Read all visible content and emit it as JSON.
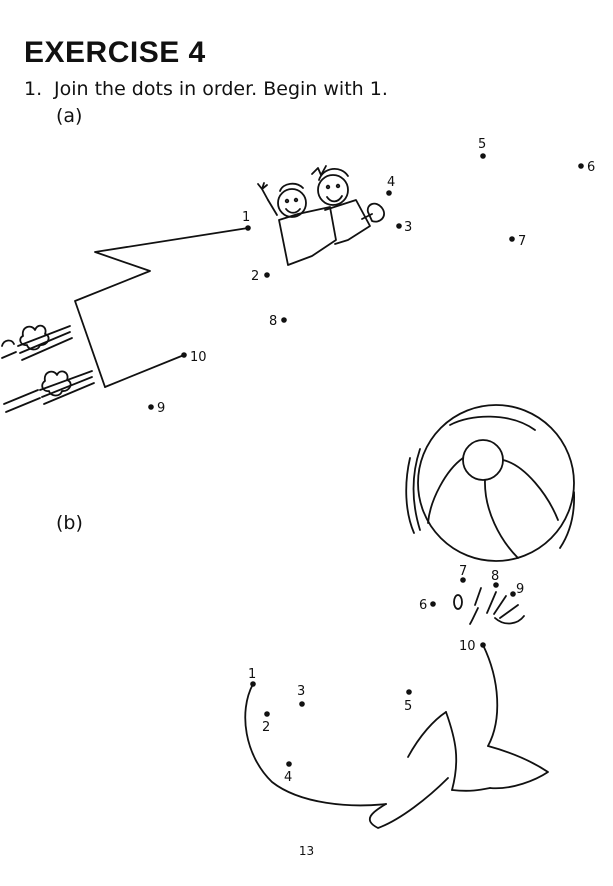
{
  "page": {
    "title": "EXERCISE 4",
    "question_number": "1.",
    "instruction": "Join the dots in order. Begin with 1.",
    "page_number": "13"
  },
  "part_a": {
    "label": "(a)",
    "dots": [
      "1",
      "2",
      "3",
      "4",
      "5",
      "6",
      "7",
      "8",
      "9",
      "10"
    ]
  },
  "part_b": {
    "label": "(b)",
    "dots": [
      "1",
      "2",
      "3",
      "4",
      "5",
      "6",
      "7",
      "8",
      "9",
      "10"
    ]
  }
}
